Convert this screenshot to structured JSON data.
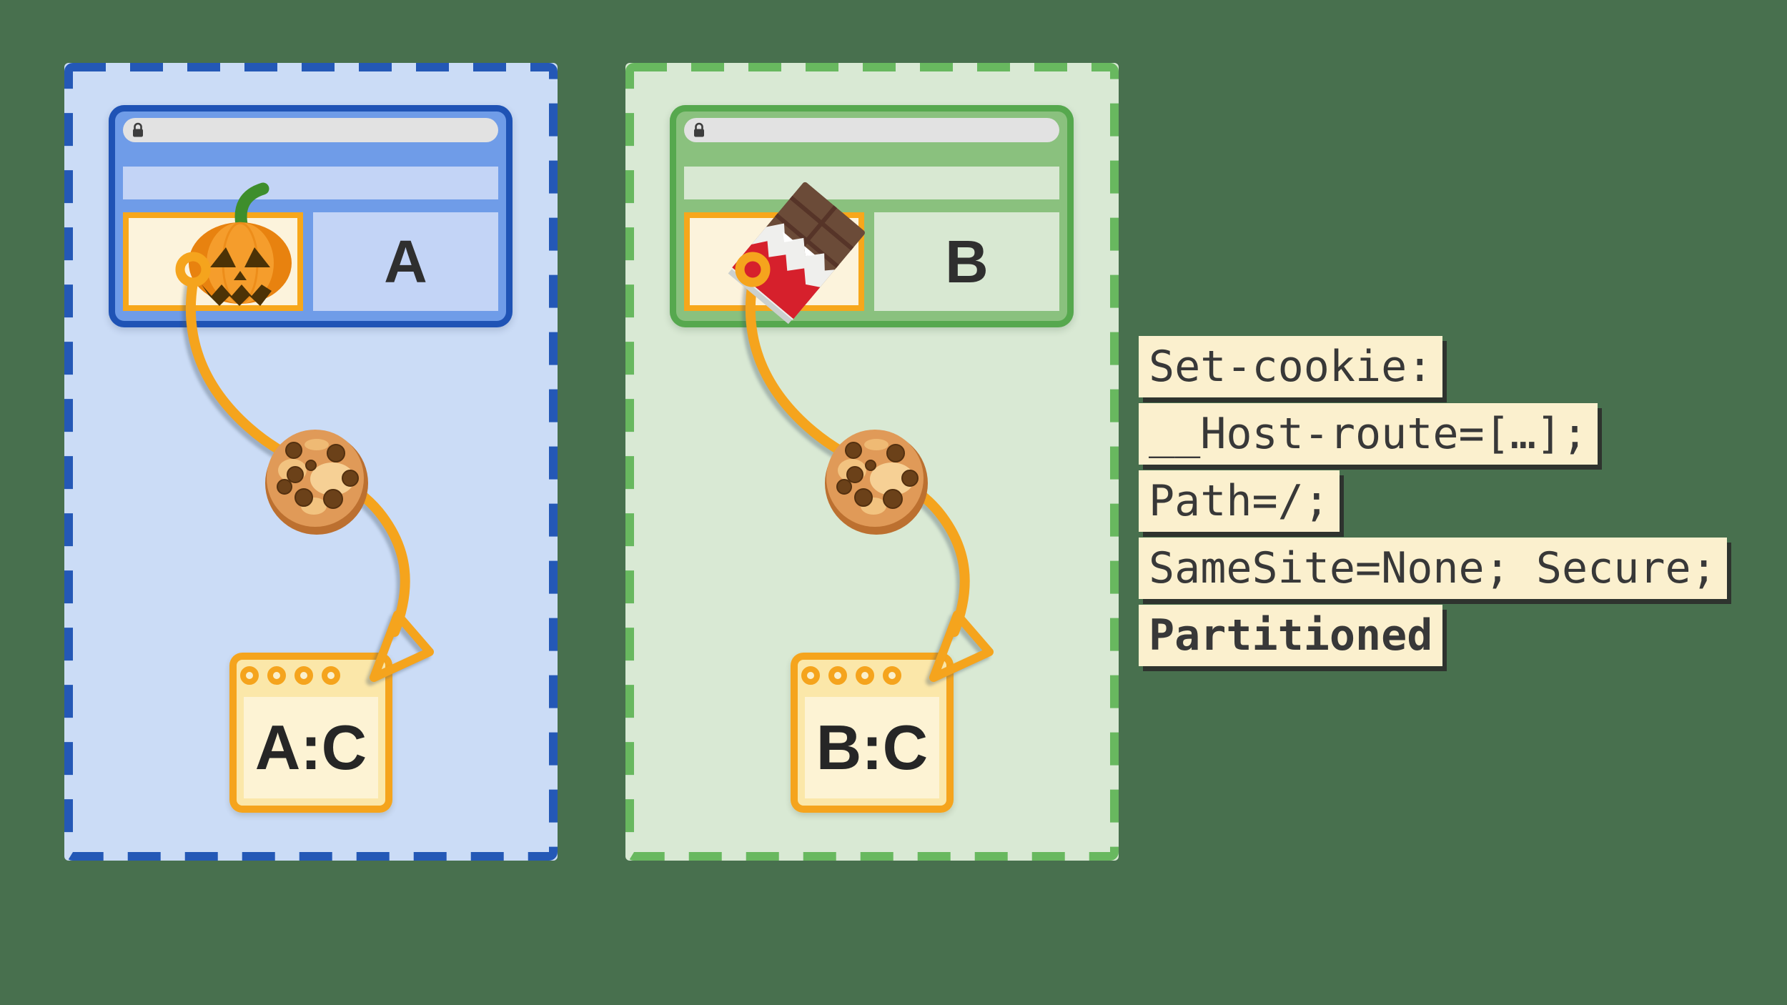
{
  "diagram_title": "partitioned-cookie-chips-diagram",
  "background_color": "#48704E",
  "accent_orange": "#F5A41D",
  "panels": [
    {
      "id": "partition-a",
      "letter": "A",
      "storage_label": "A:C",
      "embed_icon": "pumpkin-icon",
      "theme": {
        "panel_fill": "#CBDCF6",
        "dash_color": "#2458B6",
        "window_fill": "#6F9CE8",
        "window_border": "#1F53B5",
        "placeholder_fill": "#C3D4F6"
      }
    },
    {
      "id": "partition-b",
      "letter": "B",
      "storage_label": "B:C",
      "embed_icon": "chocolate-bar-icon",
      "theme": {
        "panel_fill": "#D9E9D4",
        "dash_color": "#68B85F",
        "window_fill": "#8AC17E",
        "window_border": "#56A84E",
        "placeholder_fill": "#D8E8D2"
      }
    }
  ],
  "browser_chrome": {
    "url_bar_fill": "#E2E2E2",
    "lock_icon": "lock-icon",
    "iframe_border": "#F7A71B",
    "iframe_fill": "#FCF3DC"
  },
  "cookie_flow": {
    "line_color": "#F5A41D",
    "icons": [
      "anchor-ring-icon",
      "cookie-icon",
      "arrowhead-icon"
    ]
  },
  "storage_box": {
    "border_color": "#F5A41D",
    "top_fill": "#FBE7A9",
    "panel_fill": "#FDF3D4",
    "dot_count": 4
  },
  "code_block": {
    "bg": "#FBF0CE",
    "text_color": "#383838",
    "lines": [
      {
        "text": "Set-cookie:",
        "bold": false
      },
      {
        "text": "__Host-route=[…];",
        "bold": false
      },
      {
        "text": "Path=/;",
        "bold": false
      },
      {
        "text": "SameSite=None; Secure;",
        "bold": false
      },
      {
        "text": "Partitioned",
        "bold": true
      }
    ]
  }
}
